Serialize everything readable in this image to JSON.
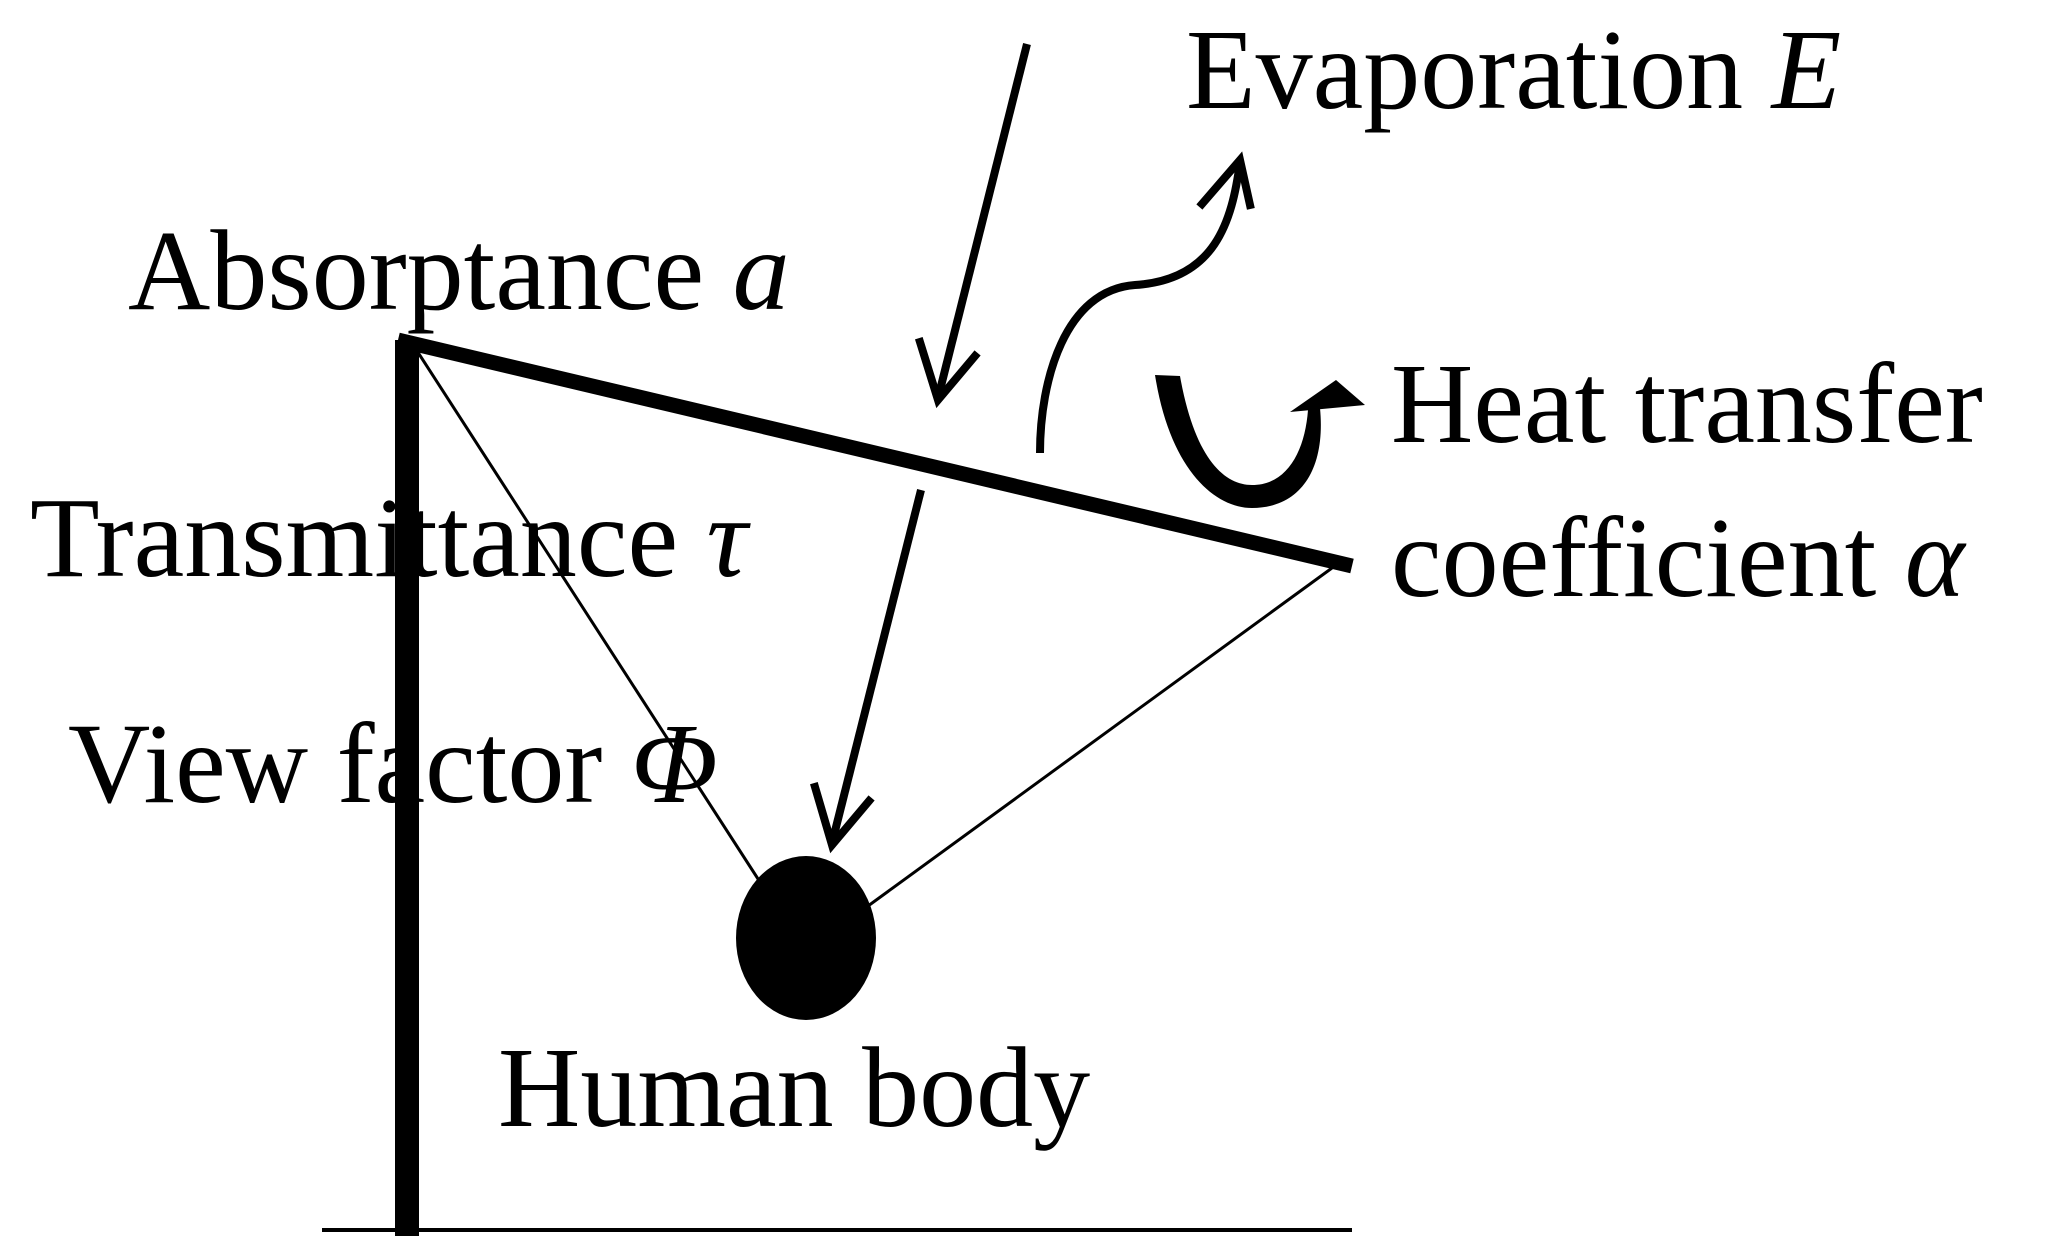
{
  "diagram": {
    "colors": {
      "ink": "#000000",
      "background": "#ffffff"
    },
    "labels": {
      "evaporation": {
        "text": "Evaporation ",
        "symbol": "E"
      },
      "absorptance": {
        "text": "Absorptance ",
        "symbol": "a"
      },
      "heat_transfer": {
        "line1": "Heat transfer",
        "text": "coefficient ",
        "symbol": "α"
      },
      "transmittance": {
        "text": "Transmittance ",
        "symbol": "τ"
      },
      "view_factor": {
        "text": "View factor ",
        "symbol": "Φ"
      },
      "human_body": {
        "text": "Human body"
      }
    }
  }
}
